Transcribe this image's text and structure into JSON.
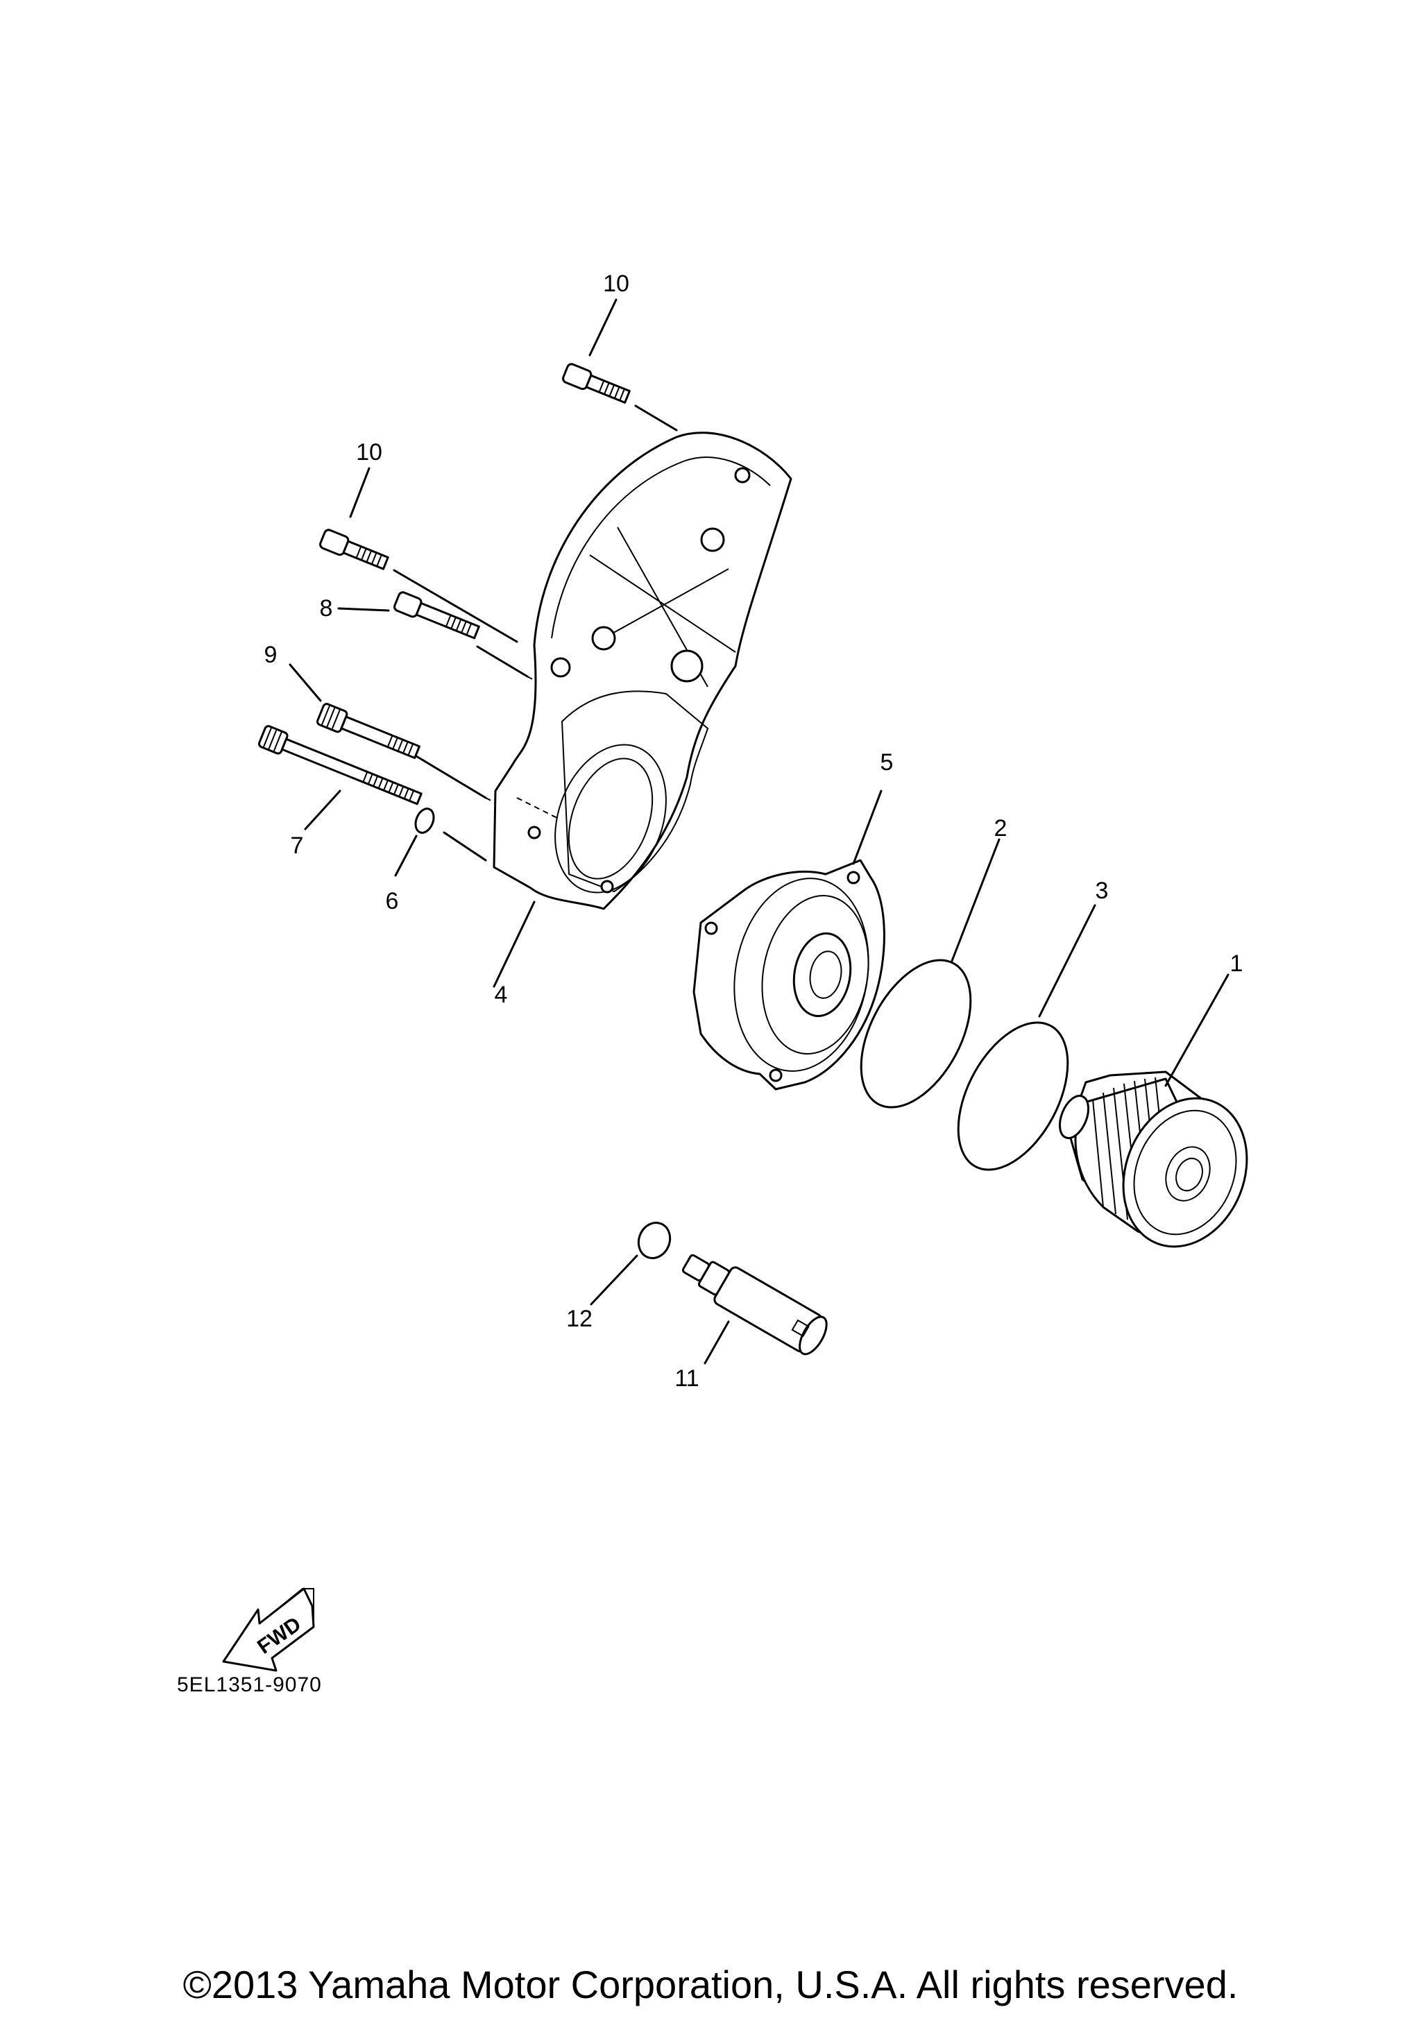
{
  "diagram": {
    "callouts": {
      "c1": "1",
      "c2": "2",
      "c3": "3",
      "c4": "4",
      "c5": "5",
      "c6": "6",
      "c7": "7",
      "c8": "8",
      "c9": "9",
      "c10a": "10",
      "c10b": "10",
      "c11": "11",
      "c12": "12"
    },
    "fwd_label": "FWD",
    "part_code": "5EL1351-9070",
    "copyright": "©2013 Yamaha Motor Corporation, U.S.A. All rights reserved."
  }
}
